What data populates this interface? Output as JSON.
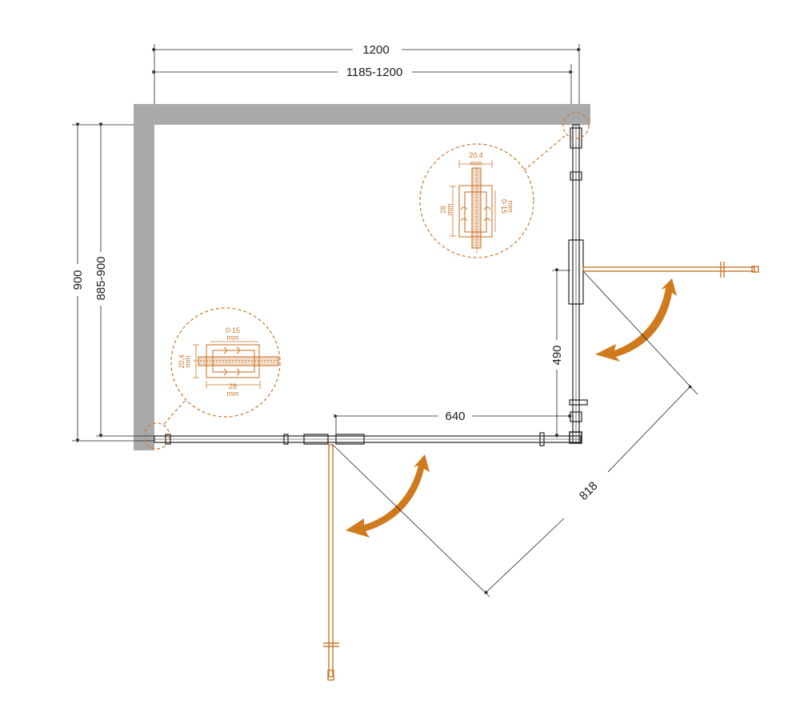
{
  "colors": {
    "wall": "#a9a9a9",
    "line": "#222222",
    "accent": "#c9782e",
    "arrow": "#d07a1e"
  },
  "dimensions": {
    "width_outer": "1200",
    "width_range": "1185-1200",
    "height_outer": "900",
    "height_range": "885-900",
    "right_offset": "490",
    "bottom_offset": "640",
    "diagonal": "818"
  },
  "detail_top": {
    "width_value": "20,4",
    "width_unit": "mm",
    "depth_value": "28",
    "depth_unit": "mm",
    "adjust_value": "0-15",
    "adjust_unit": "mm"
  },
  "detail_bottom": {
    "adjust_value": "0-15",
    "adjust_unit": "mm",
    "width_value": "20,4",
    "width_unit": "mm",
    "depth_value": "28",
    "depth_unit": "mm"
  }
}
